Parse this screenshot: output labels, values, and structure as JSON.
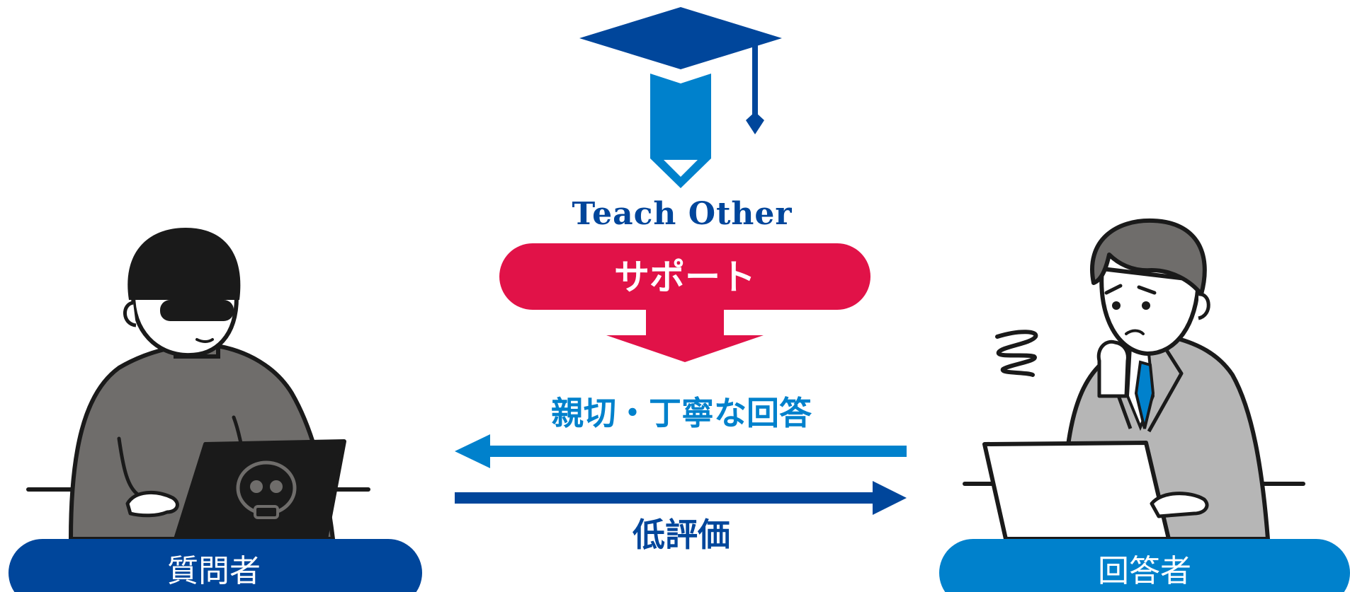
{
  "logo": {
    "text": "Teach Other"
  },
  "support_button": {
    "label": "サポート"
  },
  "arrows": {
    "top_label": "親切・丁寧な回答",
    "bottom_label": "低評価"
  },
  "roles": {
    "questioner": "質問者",
    "answerer": "回答者"
  },
  "colors": {
    "navy": "#00469b",
    "blue": "#0081cc",
    "red": "#e11248",
    "black": "#1a1a1a",
    "gray_shirt": "#6f6d6b",
    "gray_suit": "#b6b6b6"
  }
}
